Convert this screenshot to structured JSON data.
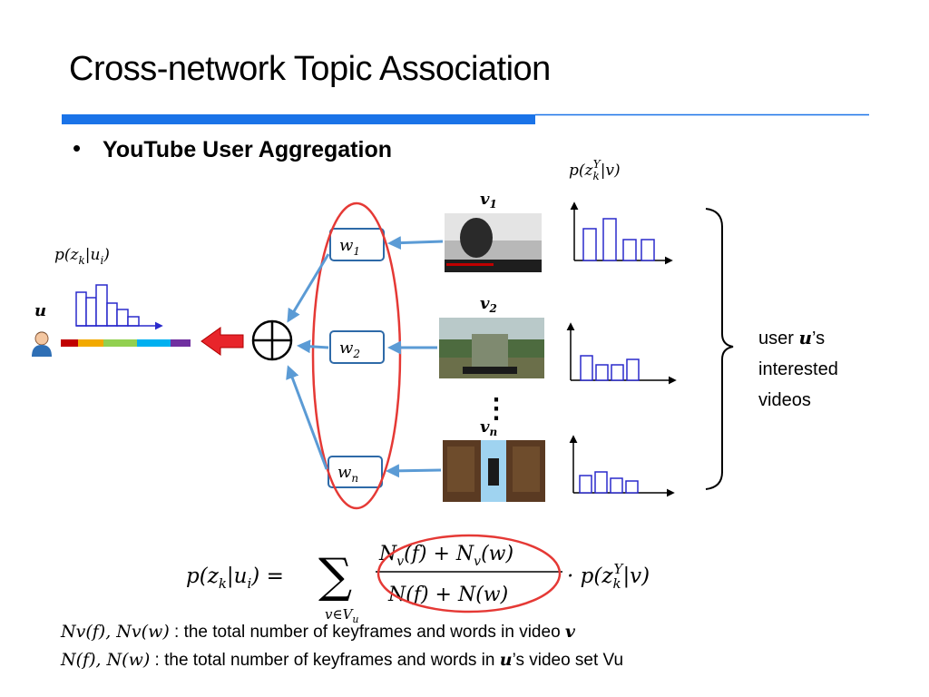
{
  "slide": {
    "title": "Cross-network Topic Association",
    "bullet": "YouTube User Aggregation"
  },
  "user": {
    "label": "u",
    "topic_dist": "p(zk|ui)"
  },
  "weights": [
    "w1",
    "w2",
    "wn"
  ],
  "videos": [
    {
      "label": "v1"
    },
    {
      "label": "v2"
    },
    {
      "label": "vn"
    }
  ],
  "ellipsis": "⋮",
  "video_topic_dist": "p(zkY|v)",
  "interest_label": {
    "prefix": "user ",
    "var": "u",
    "suffix": "’s",
    "line2": "interested",
    "line3": "videos"
  },
  "formula": {
    "lhs": "p(zk|ui) =",
    "sum_sub": "v∈Vu",
    "numerator": "Nv(f) + Nv(w)",
    "denominator": "N(f) + N(w)",
    "rhs": "· p(zkY|v)"
  },
  "notes": [
    {
      "math": "Nv(f), Nv(w)",
      "text": " : the total number of keyframes and words in video ",
      "tail": "v",
      "tail2": ""
    },
    {
      "math": "N(f), N(w)",
      "text": " : the total number of keyframes and words in ",
      "tail": "u",
      "tail2": "’s video set Vu"
    }
  ],
  "colors": {
    "title_bar": "#1a73e8",
    "arrow_blue": "#5b9bd5",
    "highlight_red": "#e53935",
    "histogram": "#2a2acc",
    "user_bar": [
      "#c00000",
      "#f2a900",
      "#92d050",
      "#00b0f0",
      "#7030a0"
    ]
  },
  "icons": [
    "user-icon",
    "circle-plus-icon",
    "red-arrow-icon",
    "right-brace-icon"
  ]
}
